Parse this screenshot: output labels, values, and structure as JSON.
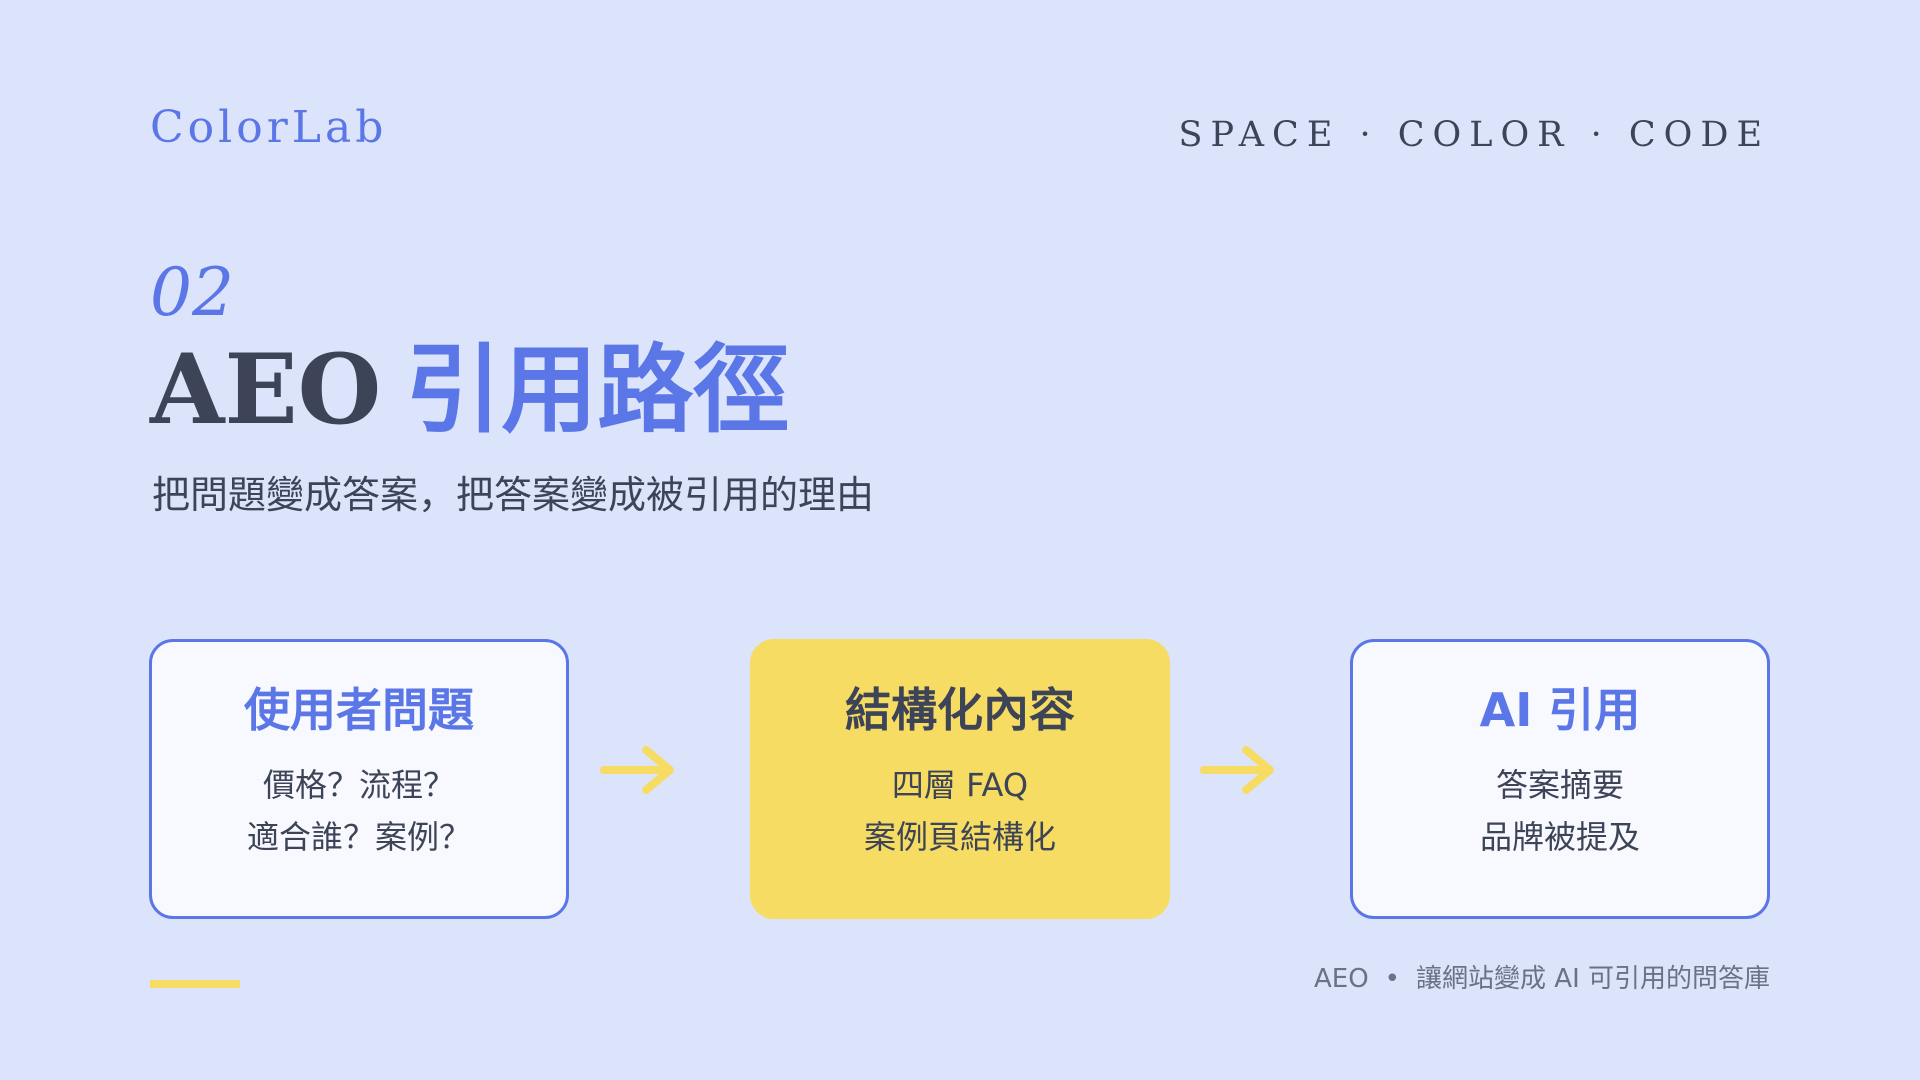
{
  "header": {
    "brand": "ColorLab",
    "tagline": "SPACE · COLOR · CODE"
  },
  "section": {
    "number": "02",
    "title_main": "AEO",
    "title_accent": "引用路徑",
    "subtitle": "把問題變成答案，把答案變成被引用的理由"
  },
  "flow": {
    "cards": [
      {
        "title": "使用者問題",
        "lines": [
          "價格？流程？",
          "適合誰？案例？"
        ],
        "style": "outline"
      },
      {
        "title": "結構化內容",
        "lines": [
          "四層 FAQ",
          "案例頁結構化"
        ],
        "style": "filled"
      },
      {
        "title": "AI 引用",
        "lines": [
          "答案摘要",
          "品牌被提及"
        ],
        "style": "outline"
      }
    ],
    "arrow_icon": "arrow-right-icon"
  },
  "footer": {
    "left": "AEO",
    "separator": "•",
    "right": "讓網站變成 AI 可引用的問答庫"
  },
  "colors": {
    "background": "#dce4fb",
    "accent_blue": "#5b76e6",
    "accent_yellow": "#f6dc62",
    "text_dark": "#3d4457"
  }
}
